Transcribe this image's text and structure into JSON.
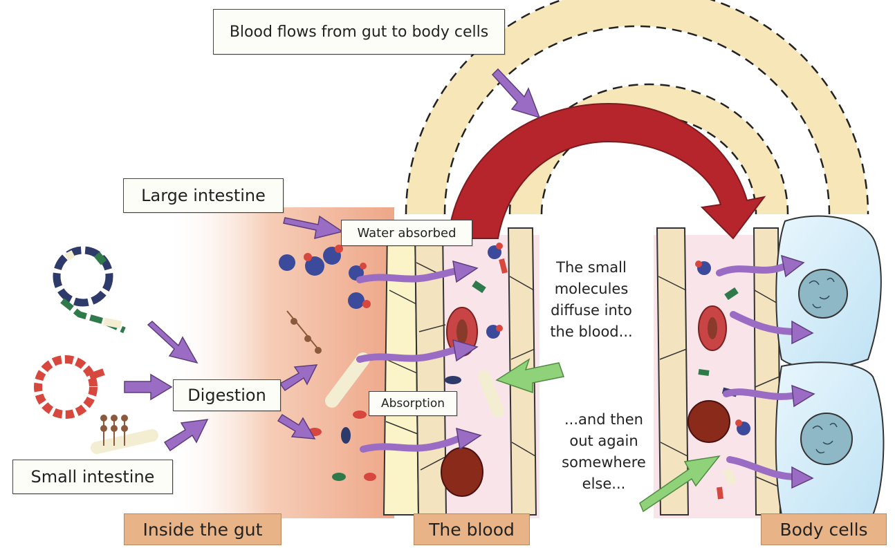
{
  "labels": {
    "blood_flow": "Blood flows from gut to body cells",
    "large_intestine": "Large intestine",
    "water_absorbed": "Water absorbed",
    "digestion": "Digestion",
    "absorption": "Absorption",
    "small_intestine": "Small intestine",
    "diffuse_text": "The small\nmolecules\ndiffuse into\nthe blood...",
    "out_again_text": "...and then\nout again\nsomewhere\nelse..."
  },
  "sections": {
    "gut": "Inside the gut",
    "blood": "The blood",
    "cells": "Body cells"
  },
  "colors": {
    "gut_gradient": "#f2b99a",
    "wall": "#f3e3bf",
    "blood_bg": "#f9e4ea",
    "big_arrow": "#b6252b",
    "vessel_band": "#f6e6b8",
    "purple_arrow": "#9b6cc4",
    "green_arrow": "#8fd27a",
    "cell_fill": "#d7eef9",
    "section_label": "#e8b487"
  }
}
